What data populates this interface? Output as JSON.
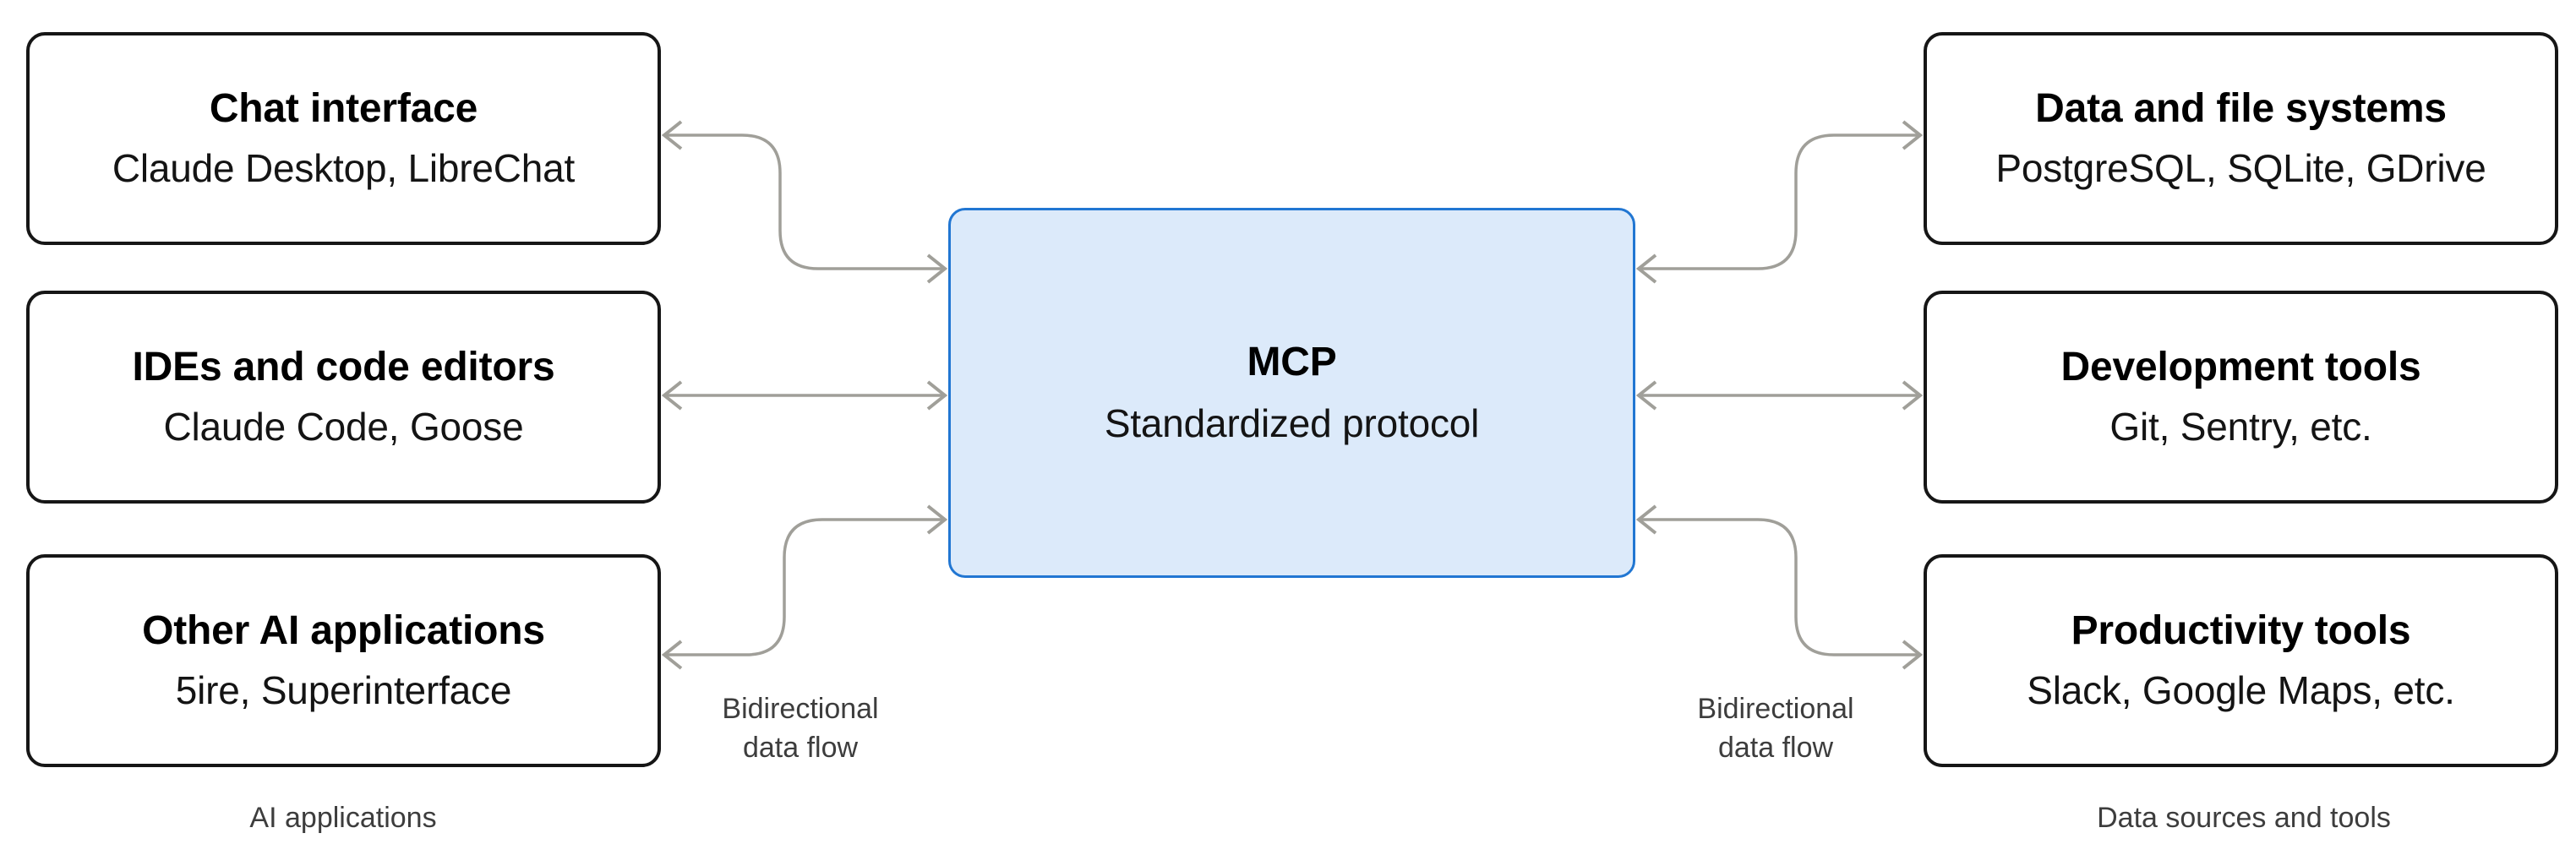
{
  "diagram": {
    "center": {
      "title": "MCP",
      "subtitle": "Standardized protocol"
    },
    "left_column": {
      "label": "AI applications",
      "flow_label": {
        "line1": "Bidirectional",
        "line2": "data flow"
      },
      "boxes": [
        {
          "title": "Chat interface",
          "subtitle": "Claude Desktop, LibreChat"
        },
        {
          "title": "IDEs and code editors",
          "subtitle": "Claude Code, Goose"
        },
        {
          "title": "Other AI applications",
          "subtitle": "5ire, Superinterface"
        }
      ]
    },
    "right_column": {
      "label": "Data sources and tools",
      "flow_label": {
        "line1": "Bidirectional",
        "line2": "data flow"
      },
      "boxes": [
        {
          "title": "Data and file systems",
          "subtitle": "PostgreSQL, SQLite, GDrive"
        },
        {
          "title": "Development tools",
          "subtitle": "Git, Sentry, etc."
        },
        {
          "title": "Productivity tools",
          "subtitle": "Slack, Google Maps, etc."
        }
      ]
    },
    "colors": {
      "accent_border": "#2176d2",
      "accent_fill": "#dceafa",
      "connector": "#a09f99",
      "box_border": "#161616",
      "muted_text": "#3d3d3d"
    }
  }
}
